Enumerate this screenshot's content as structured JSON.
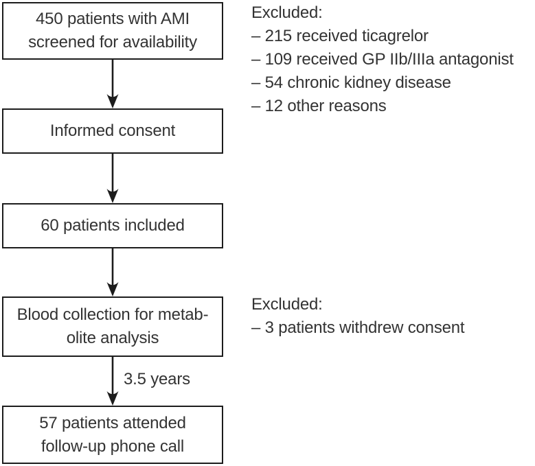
{
  "figure": {
    "background": "#ffffff",
    "line_color": "#1c1c1c",
    "text_color": "#333333"
  },
  "flow": {
    "boxes": [
      {
        "lines": [
          "450 patients with AMI",
          "screened for availability"
        ]
      },
      {
        "lines": [
          "Informed consent"
        ]
      },
      {
        "lines": [
          "60 patients included"
        ]
      },
      {
        "lines": [
          "Blood collection for metab-",
          "olite analysis"
        ]
      },
      {
        "lines": [
          "57 patients attended",
          "follow-up phone call"
        ]
      }
    ],
    "arrow_label": "3.5 years",
    "notes": [
      {
        "title": "Excluded:",
        "items": [
          "– 215 received ticagrelor",
          "– 109 received GP IIb/IIIa antagonist",
          "– 54 chronic kidney disease",
          "– 12 other reasons"
        ]
      },
      {
        "title": "Excluded:",
        "items": [
          "– 3 patients withdrew consent"
        ]
      }
    ]
  }
}
